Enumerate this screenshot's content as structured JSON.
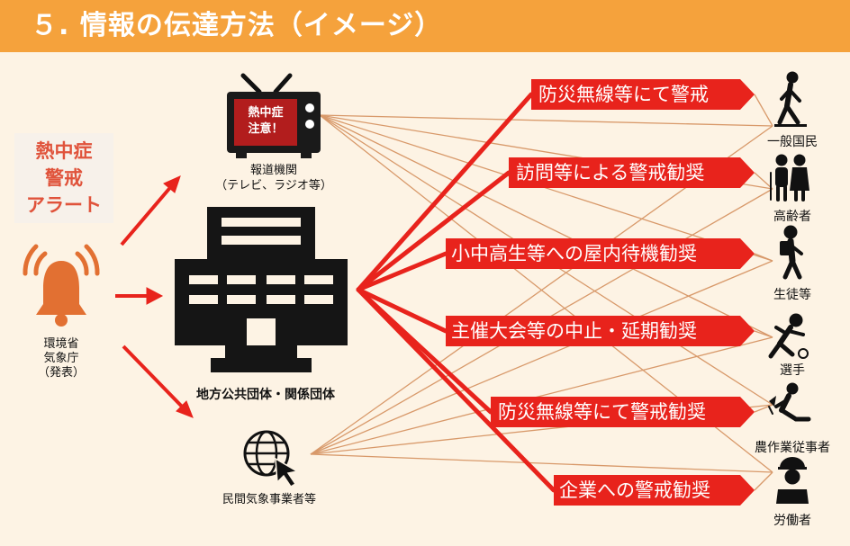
{
  "title": "５. 情報の伝達方法（イメージ）",
  "alert": {
    "line1": "熱中症",
    "line2": "警戒",
    "line3": "アラート"
  },
  "tv_screen": {
    "line1": "熱中症",
    "line2": "注意！"
  },
  "source": {
    "line1": "環境省",
    "line2": "気象庁",
    "line3": "（発表）"
  },
  "media": {
    "line1": "報道機関",
    "line2": "（テレビ、ラジオ等）"
  },
  "local_gov": {
    "label": "地方公共団体・関係団体"
  },
  "weather_company": {
    "label": "民間気象事業者等"
  },
  "actions": [
    "防災無線等にて警戒",
    "訪問等による警戒勧奨",
    "小中高生等への屋内待機勧奨",
    "主催大会等の中止・延期勧奨",
    "防災無線等にて警戒勧奨",
    "企業への警戒勧奨"
  ],
  "recipients": [
    "一般国民",
    "高齢者",
    "生徒等",
    "選手",
    "農作業従事者",
    "労働者"
  ],
  "colors": {
    "header": "#f5a23c",
    "arrow_red": "#e8231c",
    "thin_line": "#d8996a",
    "alert_text": "#e0533b",
    "bell": "#e27032"
  },
  "icons": {
    "bell": "bell-icon",
    "tv": "tv-icon",
    "building": "building-icon",
    "globe_cursor": "globe-cursor-icon",
    "recipients": [
      "walking-person-icon",
      "elderly-couple-icon",
      "student-icon",
      "runner-icon",
      "farmer-icon",
      "worker-helmet-icon"
    ]
  }
}
